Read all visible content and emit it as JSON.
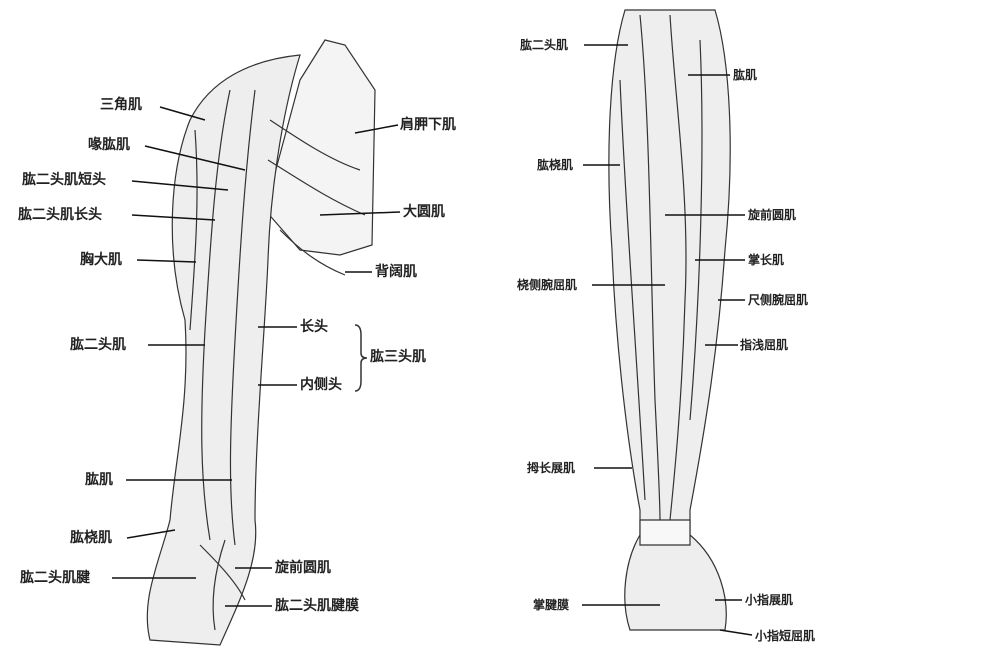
{
  "upper_arm": {
    "labels": {
      "deltoid": "三角肌",
      "coracobrachialis": "喙肱肌",
      "biceps_short_head": "肱二头肌短头",
      "biceps_long_head": "肱二头肌长头",
      "pectoralis_major": "胸大肌",
      "biceps_brachii": "肱二头肌",
      "brachialis": "肱肌",
      "brachioradialis": "肱桡肌",
      "biceps_tendon": "肱二头肌腱",
      "subscapularis": "肩胛下肌",
      "teres_major": "大圆肌",
      "latissimus_dorsi": "背阔肌",
      "long_head": "长头",
      "medial_head": "内侧头",
      "triceps_brachii": "肱三头肌",
      "pronator_teres": "旋前圆肌",
      "bicipital_aponeurosis": "肱二头肌腱膜"
    }
  },
  "forearm": {
    "labels": {
      "biceps_brachii": "肱二头肌",
      "brachialis": "肱肌",
      "brachioradialis": "肱桡肌",
      "pronator_teres": "旋前圆肌",
      "palmaris_longus": "掌长肌",
      "flexor_carpi_radialis": "桡侧腕屈肌",
      "flexor_carpi_ulnaris": "尺侧腕屈肌",
      "flexor_digitorum_superficialis": "指浅屈肌",
      "abductor_pollicis_longus": "拇长展肌",
      "abductor_digiti_minimi": "小指展肌",
      "palmar_aponeurosis": "掌腱膜",
      "flexor_digiti_minimi_brevis": "小指短屈肌"
    }
  }
}
